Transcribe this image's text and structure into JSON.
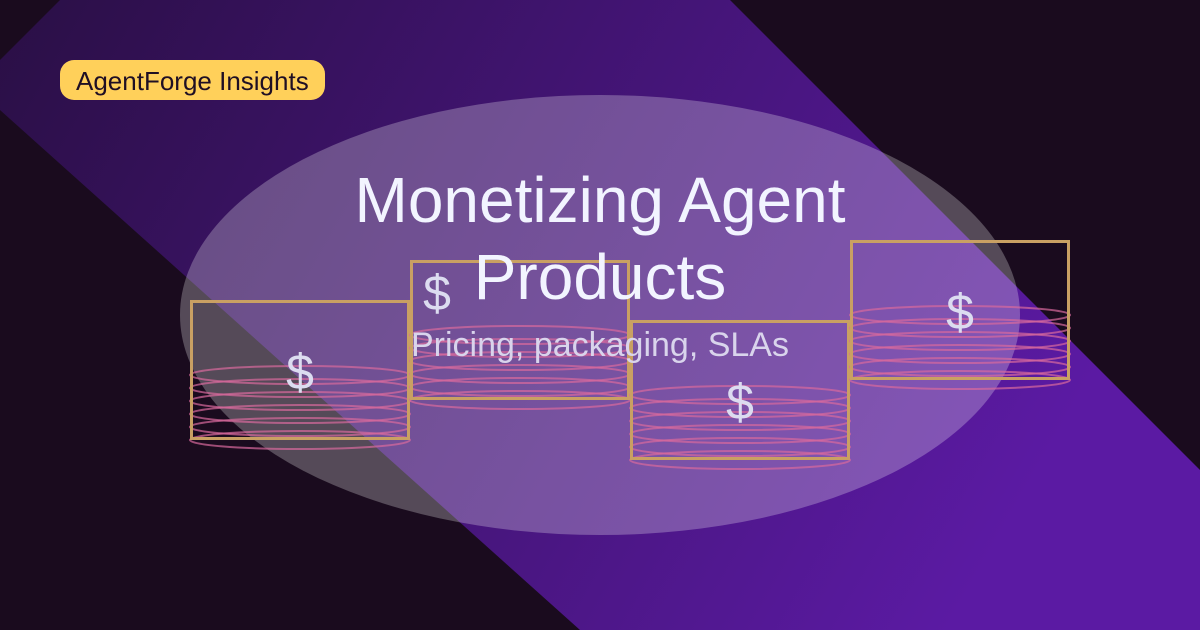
{
  "badge": {
    "label": "AgentForge Insights"
  },
  "title": {
    "line1": "Monetizing Agent",
    "line2": "Products"
  },
  "subtitle": "Pricing, packaging, SLAs",
  "coin_boxes": [
    {
      "symbol": "$"
    },
    {
      "symbol": "$"
    },
    {
      "symbol": "$"
    },
    {
      "symbol": "$"
    }
  ],
  "colors": {
    "background": "#1a0b1e",
    "band_start": "#2a0f45",
    "band_end": "#5b1aa3",
    "badge": "#ffd05a",
    "box_stroke": "#c9a063",
    "coin_stroke": "#d86a9c"
  }
}
